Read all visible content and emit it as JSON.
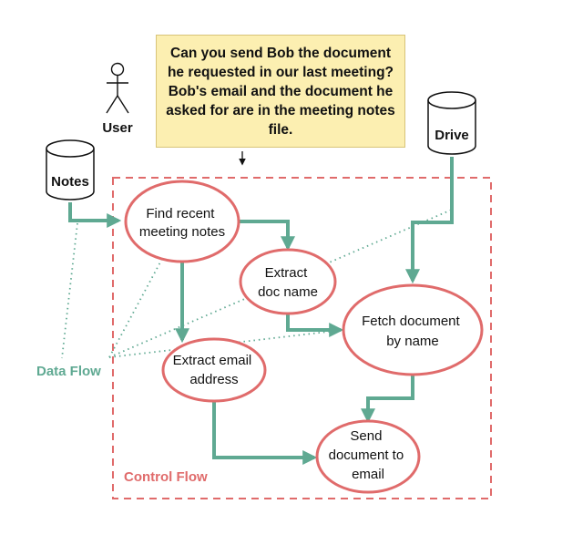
{
  "query_text": "Can you send Bob the document he requested in our last meeting? Bob's email and the document he asked for are in the meeting notes file.",
  "actor": {
    "label": "User"
  },
  "stores": {
    "notes": "Notes",
    "drive": "Drive"
  },
  "nodes": {
    "find_notes": [
      "Find recent",
      "meeting notes"
    ],
    "extract_doc": [
      "Extract",
      "doc name"
    ],
    "extract_email": [
      "Extract email",
      "address"
    ],
    "fetch_doc": [
      "Fetch document",
      "by name"
    ],
    "send_doc": [
      "Send",
      "document to",
      "email"
    ]
  },
  "legend": {
    "data_flow": "Data Flow",
    "control_flow": "Control Flow"
  },
  "colors": {
    "control": "#e06b6b",
    "data": "#5fa992",
    "query_bg": "#fcefb1"
  }
}
